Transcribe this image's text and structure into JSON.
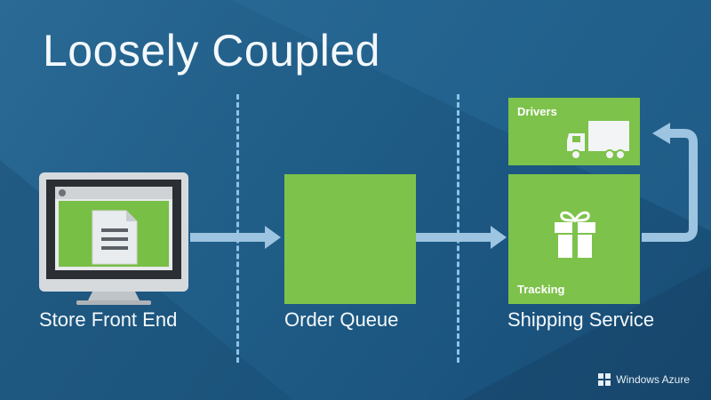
{
  "title": "Loosely Coupled",
  "stages": {
    "store_front": "Store Front End",
    "order_queue": "Order Queue",
    "shipping": "Shipping Service"
  },
  "tiles": {
    "drivers": "Drivers",
    "tracking": "Tracking"
  },
  "branding": "Windows Azure",
  "colors": {
    "background": "#1f5c86",
    "tile_green": "#7dc24b",
    "arrow": "#9dc4e0",
    "divider": "#8ec3e6"
  },
  "icons": [
    "monitor-icon",
    "document-icon",
    "truck-icon",
    "gift-icon",
    "windows-logo-icon"
  ]
}
